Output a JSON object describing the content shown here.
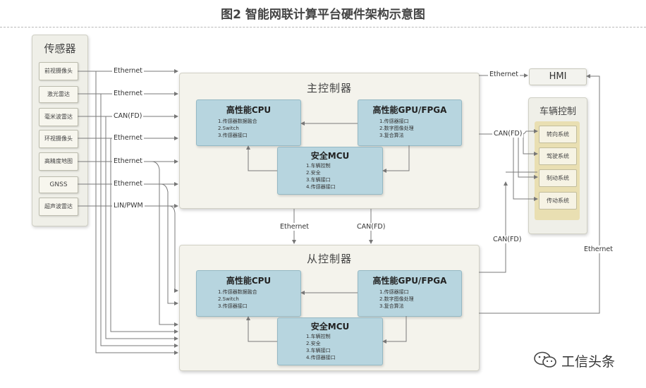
{
  "title": "图2  智能网联计算平台硬件架构示意图",
  "sensor_panel": {
    "title": "传感器",
    "items": [
      "前视摄像头",
      "激光雷达",
      "毫米波雷达",
      "环视摄像头",
      "高精度地图",
      "GNSS",
      "超声波雷达"
    ]
  },
  "links": {
    "ethernet_1": "Ethernet",
    "ethernet_2": "Ethernet",
    "canfd_1": "CAN(FD)",
    "ethernet_3": "Ethernet",
    "ethernet_4": "Ethernet",
    "ethernet_5": "Ethernet",
    "linpwm": "LIN/PWM",
    "ethernet_hmi": "Ethernet",
    "canfd_vehicle": "CAN(FD)",
    "ethernet_mid": "Ethernet",
    "canfd_mid": "CAN(FD)",
    "canfd_right": "CAN(FD)",
    "ethernet_right": "Ethernet"
  },
  "main_controller": {
    "title": "主控制器",
    "cpu": {
      "title": "高性能CPU",
      "items": [
        "1.传感器数据融合",
        "2.Switch",
        "3.传感器接口"
      ]
    },
    "gpu": {
      "title": "高性能GPU/FPGA",
      "items": [
        "1.传感器接口",
        "2.数字图像处理",
        "3.复合算法"
      ]
    },
    "mcu": {
      "title": "安全MCU",
      "items": [
        "1.车辆控制",
        "2.安全",
        "3.车辆接口",
        "4.传感器接口"
      ]
    }
  },
  "sub_controller": {
    "title": "从控制器",
    "cpu": {
      "title": "高性能CPU",
      "items": [
        "1.传感器数据融合",
        "2.Switch",
        "3.传感器接口"
      ]
    },
    "gpu": {
      "title": "高性能GPU/FPGA",
      "items": [
        "1.传感器接口",
        "2.数字图像处理",
        "3.复合算法"
      ]
    },
    "mcu": {
      "title": "安全MCU",
      "items": [
        "1.车辆控制",
        "2.安全",
        "3.车辆接口",
        "4.传感器接口"
      ]
    }
  },
  "hmi": "HMI",
  "vehicle_control": {
    "title": "车辆控制",
    "items": [
      "转向系统",
      "驾驶系统",
      "制动系统",
      "传动系统"
    ]
  },
  "watermark": "工信头条"
}
